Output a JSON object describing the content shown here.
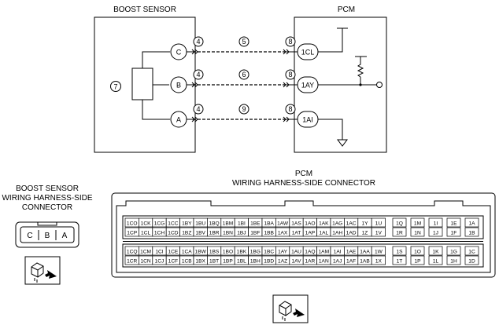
{
  "boost_sensor": {
    "title": "BOOST SENSOR",
    "component_label": "7",
    "terminals": [
      "C",
      "B",
      "A"
    ]
  },
  "pcm": {
    "title": "PCM",
    "terminals": [
      "1CL",
      "1AY",
      "1AI"
    ]
  },
  "wires": [
    {
      "left_marker": "4",
      "wire_number": "5",
      "right_marker": "8",
      "from": "C",
      "to": "1CL"
    },
    {
      "left_marker": "4",
      "wire_number": "6",
      "right_marker": "8",
      "from": "B",
      "to": "1AY"
    },
    {
      "left_marker": "4",
      "wire_number": "9",
      "right_marker": "8",
      "from": "A",
      "to": "1AI"
    }
  ],
  "bs_connector": {
    "title_lines": [
      "BOOST SENSOR",
      "WIRING HARNESS-SIDE",
      "CONNECTOR"
    ],
    "pins": [
      "C",
      "B",
      "A"
    ],
    "view_icon": "connector-view-arrow-icon"
  },
  "pcm_connector": {
    "title_lines": [
      "PCM",
      "WIRING HARNESS-SIDE CONNECTOR"
    ],
    "view_icon": "connector-view-arrow-icon",
    "upper": {
      "left_rows": [
        [
          "1CO",
          "1CK",
          "1CG",
          "1CC",
          "1BY",
          "1BU",
          "1BQ",
          "1BM",
          "1BI",
          "1BE",
          "1BA",
          "1AW",
          "1AS",
          "1AO",
          "1AK",
          "1AG",
          "1AC",
          "1Y",
          "1U"
        ],
        [
          "1CP",
          "1CL",
          "1CH",
          "1CD",
          "1BZ",
          "1BV",
          "1BR",
          "1BN",
          "1BJ",
          "1BF",
          "1BB",
          "1AX",
          "1AT",
          "1AP",
          "1AL",
          "1AH",
          "1AD",
          "1Z",
          "1V"
        ]
      ],
      "right_rows": [
        [
          "1Q",
          "1M",
          "1I",
          "1E",
          "1A"
        ],
        [
          "1R",
          "1N",
          "1J",
          "1F",
          "1B"
        ]
      ]
    },
    "lower": {
      "left_rows": [
        [
          "1CQ",
          "1CM",
          "1CI",
          "1CE",
          "1CA",
          "1BW",
          "1BS",
          "1BO",
          "1BK",
          "1BG",
          "1BC",
          "1AY",
          "1AU",
          "1AQ",
          "1AM",
          "1AI",
          "1AE",
          "1AA",
          "1W"
        ],
        [
          "1CR",
          "1CN",
          "1CJ",
          "1CF",
          "1CB",
          "1BX",
          "1BT",
          "1BP",
          "1BL",
          "1BH",
          "1BD",
          "1AZ",
          "1AV",
          "1AR",
          "1AN",
          "1AJ",
          "1AF",
          "1AB",
          "1X"
        ]
      ],
      "right_rows": [
        [
          "1S",
          "1O",
          "1K",
          "1G",
          "1C"
        ],
        [
          "1T",
          "1P",
          "1L",
          "1H",
          "1D"
        ]
      ]
    }
  }
}
